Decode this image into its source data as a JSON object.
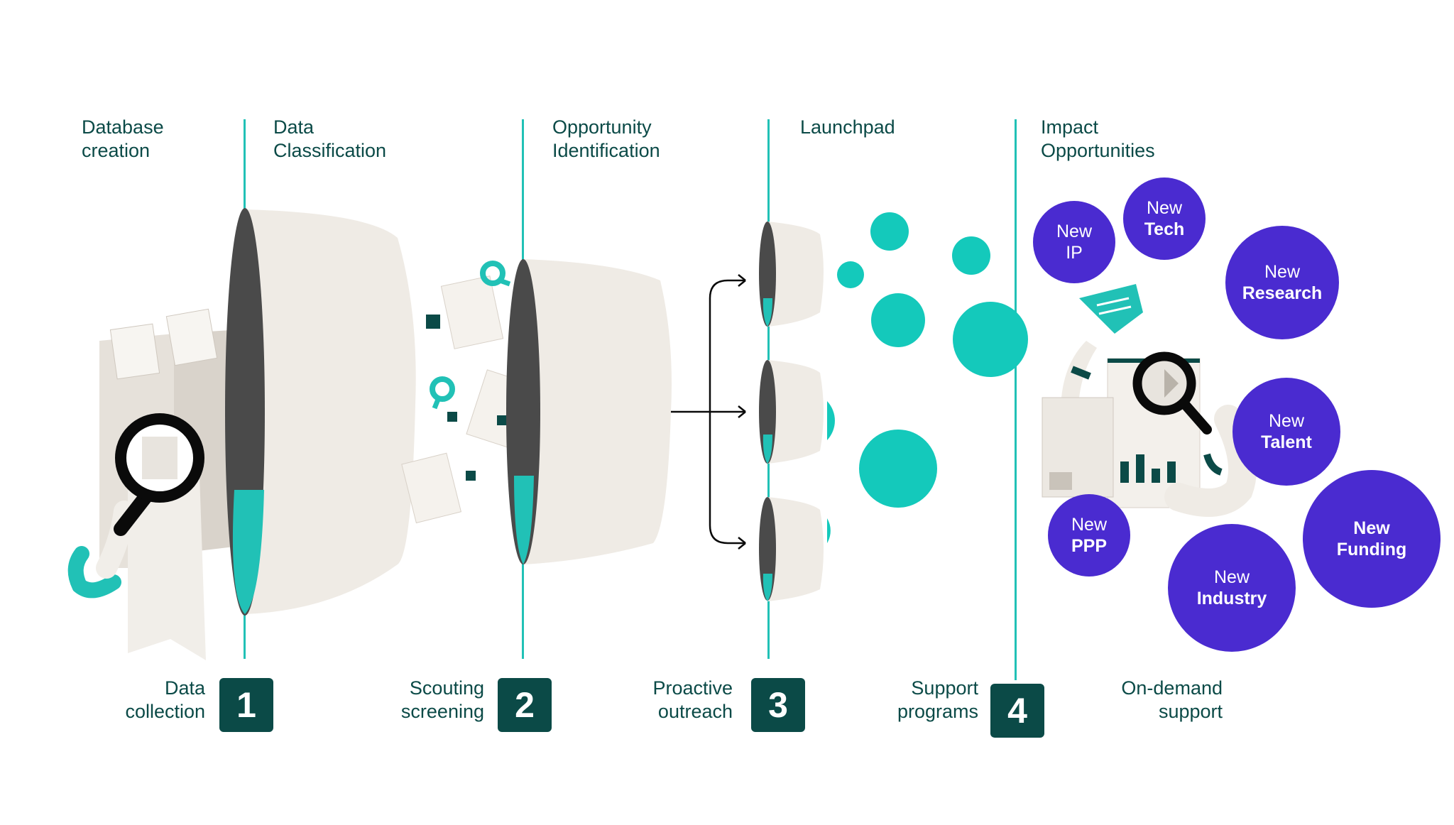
{
  "stages": [
    {
      "title": "Database\ncreation"
    },
    {
      "title": "Data\nClassification"
    },
    {
      "title": "Opportunity\nIdentification"
    },
    {
      "title": "Launchpad"
    },
    {
      "title": "Impact\nOpportunities"
    }
  ],
  "steps": [
    {
      "label": "Data\ncollection",
      "number": "1"
    },
    {
      "label": "Scouting\nscreening",
      "number": "2"
    },
    {
      "label": "Proactive\noutreach",
      "number": "3"
    },
    {
      "label": "Support\nprograms",
      "number": "4"
    }
  ],
  "final_step": {
    "label": "On-demand\nsupport"
  },
  "opportunities": [
    {
      "line1": "New",
      "line2": "IP"
    },
    {
      "line1": "New",
      "line2": "Tech"
    },
    {
      "line1": "New",
      "line2": "Research"
    },
    {
      "line1": "New",
      "line2": "Talent"
    },
    {
      "line1": "New",
      "line2": "PPP"
    },
    {
      "line1": "New",
      "line2": "Funding"
    },
    {
      "line1": "New",
      "line2": "Industry"
    }
  ],
  "colors": {
    "teal": "#21c1b6",
    "dark_teal": "#0b4a47",
    "purple": "#4a2bd0",
    "cream": "#efebe5"
  }
}
